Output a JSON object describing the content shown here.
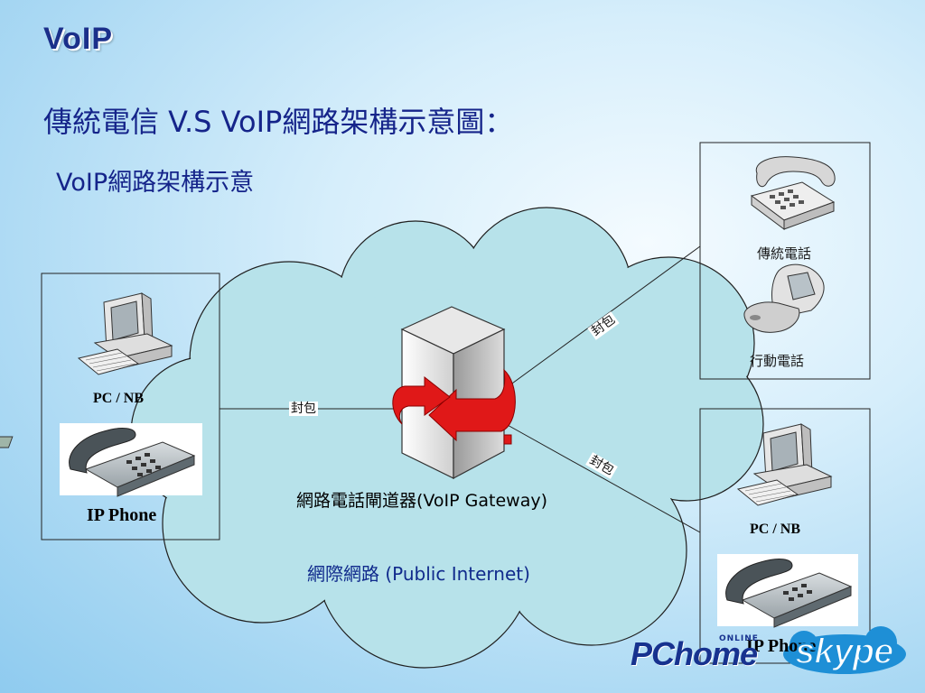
{
  "slide": {
    "title": "VoIP",
    "heading": "傳統電信 V.S VoIP網路架構示意圖：",
    "subheading": "VoIP網路架構示意"
  },
  "left_panel": {
    "pc_label": "PC / NB",
    "phone_label": "IP Phone"
  },
  "right_top_panel": {
    "landline_label": "傳統電話",
    "mobile_label": "行動電話"
  },
  "right_bottom_panel": {
    "pc_label": "PC / NB",
    "phone_label": "IP Phone"
  },
  "gateway": {
    "label": "網路電話閘道器(VoIP Gateway)"
  },
  "cloud": {
    "label": "網際網路 (Public Internet)"
  },
  "packets": {
    "left": "封包",
    "upper_right": "封包",
    "lower_right": "封包"
  },
  "logos": {
    "pchome": "PChome",
    "pchome_small": "ONLINE",
    "skype": "skype"
  },
  "colors": {
    "title": "#1b2f8a",
    "heading": "#15248a",
    "cloud_fill": "#b7e2ea",
    "arrow_red": "#e01818"
  }
}
